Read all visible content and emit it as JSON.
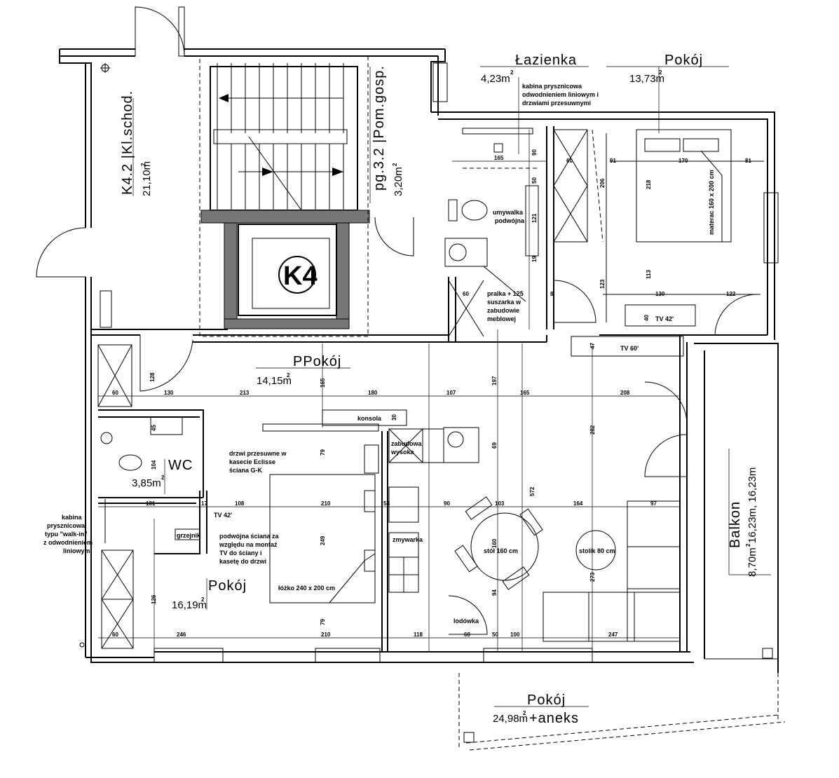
{
  "rooms": {
    "lazienka": {
      "name": "Łazienka",
      "area": "4,23m",
      "sup": "2"
    },
    "pokoj_a": {
      "name": "Pokój",
      "area": "13,73m",
      "sup": "2"
    },
    "klatka": {
      "name": "K4.2 |Kl.schod.",
      "area": "21,10m",
      "sup": "2"
    },
    "pom_gosp": {
      "name": "pg.3.2 |Pom.gosp.",
      "area": "3,20m",
      "sup": "2"
    },
    "ppokoj": {
      "name": "PPokój",
      "area": "14,15m",
      "sup": "2"
    },
    "wc": {
      "name": "WC",
      "area": "3,85m",
      "sup": "2"
    },
    "pokoj_b": {
      "name": "Pokój",
      "area": "16,19m",
      "sup": "2"
    },
    "pokoj_aneks": {
      "name": "Pokój",
      "area": "24,98m",
      "sup": "2",
      "suffix": "+aneks"
    },
    "balkon": {
      "name": "Balkon",
      "area": "8,70m",
      "sup": "2",
      "extra": "16,23m,  16,23m"
    }
  },
  "elevator": "K4",
  "notes": {
    "kabina_top": [
      "kabina prysznicowa",
      "odwodnieniem liniowym i",
      "drzwiami przesuwnymi"
    ],
    "umywalka": [
      "umywalka",
      "podwójna"
    ],
    "materac": "materac 160 x 200 cm",
    "pralka": [
      "pralka + 125",
      "suszarka w",
      "zabudowie",
      "meblowej"
    ],
    "tv42_top": "TV 42'",
    "tv60": "TV 60'",
    "konsola": "konsola",
    "zabudowa": [
      "zabudowa",
      "wysoka"
    ],
    "drzwi_przesuwne": [
      "drzwi przesuwne w",
      "kasecie Eclisse",
      "ściana G-K"
    ],
    "tv42_mid": "TV 42'",
    "grzejnik": "grzejnik",
    "podwojna_sciana": [
      "podwójna ściana za",
      "względu na montaż",
      "TV do ściany i",
      "kasetę do drzwi"
    ],
    "lozko": "łóżko 240 x 200 cm",
    "zmywarka": "zmywarka",
    "stol": "stół 160 cm",
    "stolik": "stolik 80 cm",
    "lodowka": "lodówka",
    "kabina_walk": [
      "kabina",
      "prysznicowa",
      "typu \"walk-in\"",
      "z odwodnieniem",
      "liniowym"
    ]
  },
  "dims": {
    "d165": "165",
    "d90a": "90",
    "d60a": "60",
    "d91": "91",
    "d170": "170",
    "d81": "81",
    "d206": "206",
    "d218": "218",
    "d50": "50",
    "d121": "121",
    "d19": "19",
    "d113": "113",
    "d123": "123",
    "d8": "8",
    "d130a": "130",
    "d122": "122",
    "d40": "40",
    "d47": "47",
    "d128": "128",
    "d60b": "60",
    "d130b": "130",
    "d213": "213",
    "d165b": "165",
    "d180": "180",
    "d107": "107",
    "d165c": "165",
    "d208": "208",
    "d30": "30",
    "d197": "197",
    "d79": "79",
    "d69": "69",
    "d45": "45",
    "d104": "104",
    "d181": "181",
    "d17": "17",
    "d108": "108",
    "d210a": "210",
    "d54": "54",
    "d90b": "90",
    "d103": "103",
    "d164": "164",
    "d97": "97",
    "d572": "572",
    "d282": "282",
    "d249": "249",
    "d160": "160",
    "d94": "94",
    "d246": "246",
    "d210b": "210",
    "d118": "118",
    "d60c": "60",
    "d50b": "50",
    "d100": "100",
    "d247": "247",
    "d79b": "79",
    "d273": "273",
    "d60d": "60",
    "d60e": "60",
    "d126": "126"
  }
}
